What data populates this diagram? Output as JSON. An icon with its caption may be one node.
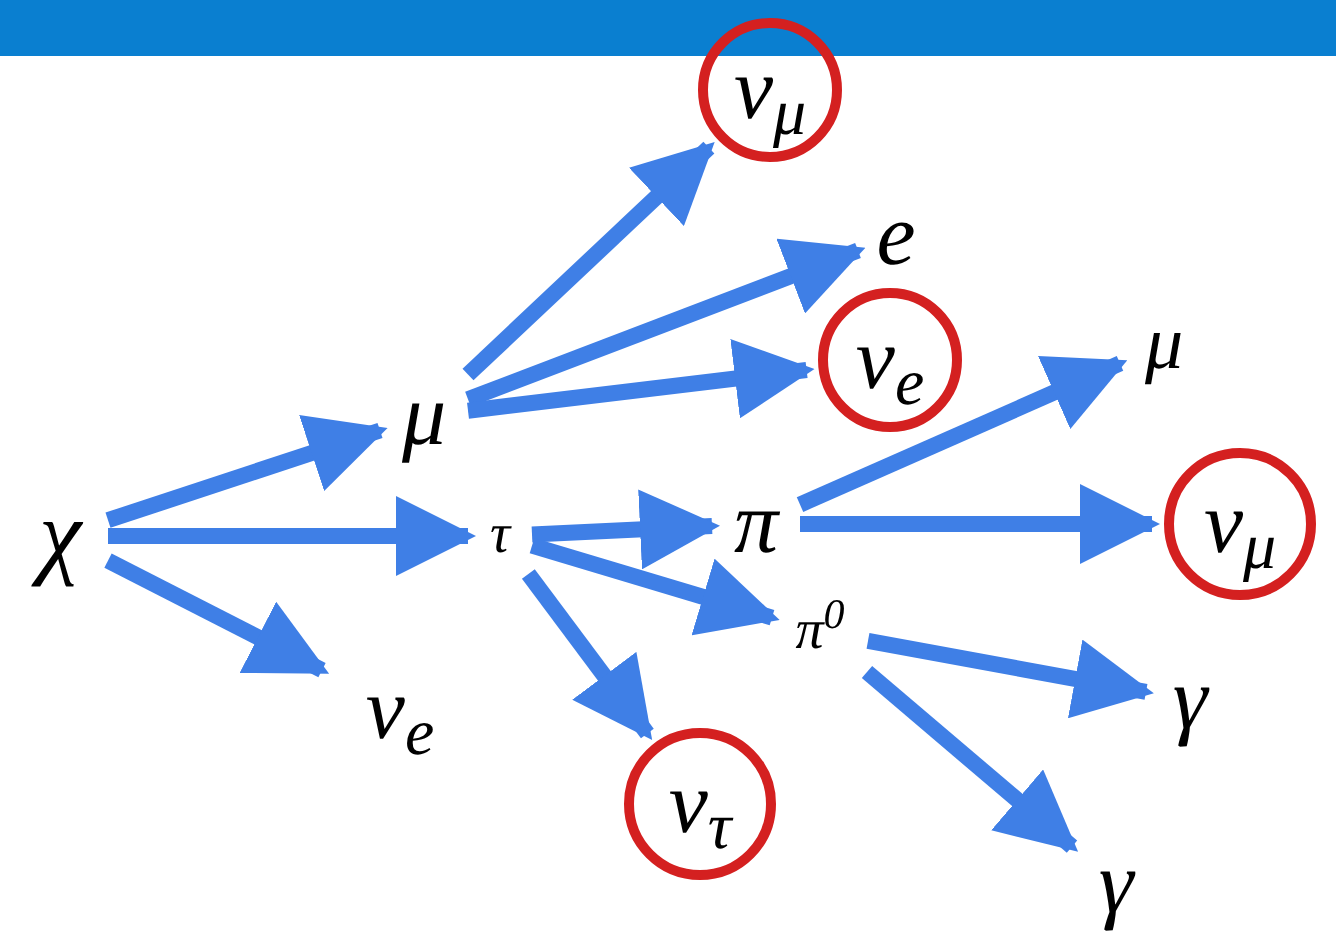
{
  "diagram": {
    "nodes": [
      {
        "text": [
          "χ"
        ]
      },
      {
        "text": [
          "μ"
        ]
      },
      {
        "text": [
          "ν$_{μ}$"
        ]
      },
      {
        "text": [
          "e"
        ]
      },
      {
        "text": [
          "ν$_{e}$"
        ]
      },
      {
        "text": [
          "τ"
        ]
      },
      {
        "text": [
          "π"
        ]
      },
      {
        "text": [
          "μ"
        ]
      },
      {
        "text": [
          "ν$_{μ}$"
        ]
      },
      {
        "text": [
          "π$^{0}$"
        ]
      },
      {
        "text": [
          "ν$_{e}$"
        ]
      },
      {
        "text": [
          "ν$_{τ}$"
        ]
      },
      {
        "text": [
          "γ"
        ]
      },
      {
        "text": [
          "γ"
        ]
      }
    ],
    "edges": [
      {
        "from": 0,
        "to": 1,
        "arrow": "to"
      },
      {
        "from": 0,
        "to": 5,
        "arrow": "to"
      },
      {
        "from": 0,
        "to": 10,
        "arrow": "to"
      },
      {
        "from": 1,
        "to": 2,
        "arrow": "to"
      },
      {
        "from": 1,
        "to": 3,
        "arrow": "to"
      },
      {
        "from": 1,
        "to": 4,
        "arrow": "to"
      },
      {
        "from": 5,
        "to": 6,
        "arrow": "to"
      },
      {
        "from": 5,
        "to": 9,
        "arrow": "to"
      },
      {
        "from": 5,
        "to": 11,
        "arrow": "to"
      },
      {
        "from": 6,
        "to": 7,
        "arrow": "to"
      },
      {
        "from": 6,
        "to": 8,
        "arrow": "to"
      },
      {
        "from": 9,
        "to": 12,
        "arrow": "to"
      },
      {
        "from": 9,
        "to": 13,
        "arrow": "to"
      }
    ]
  }
}
